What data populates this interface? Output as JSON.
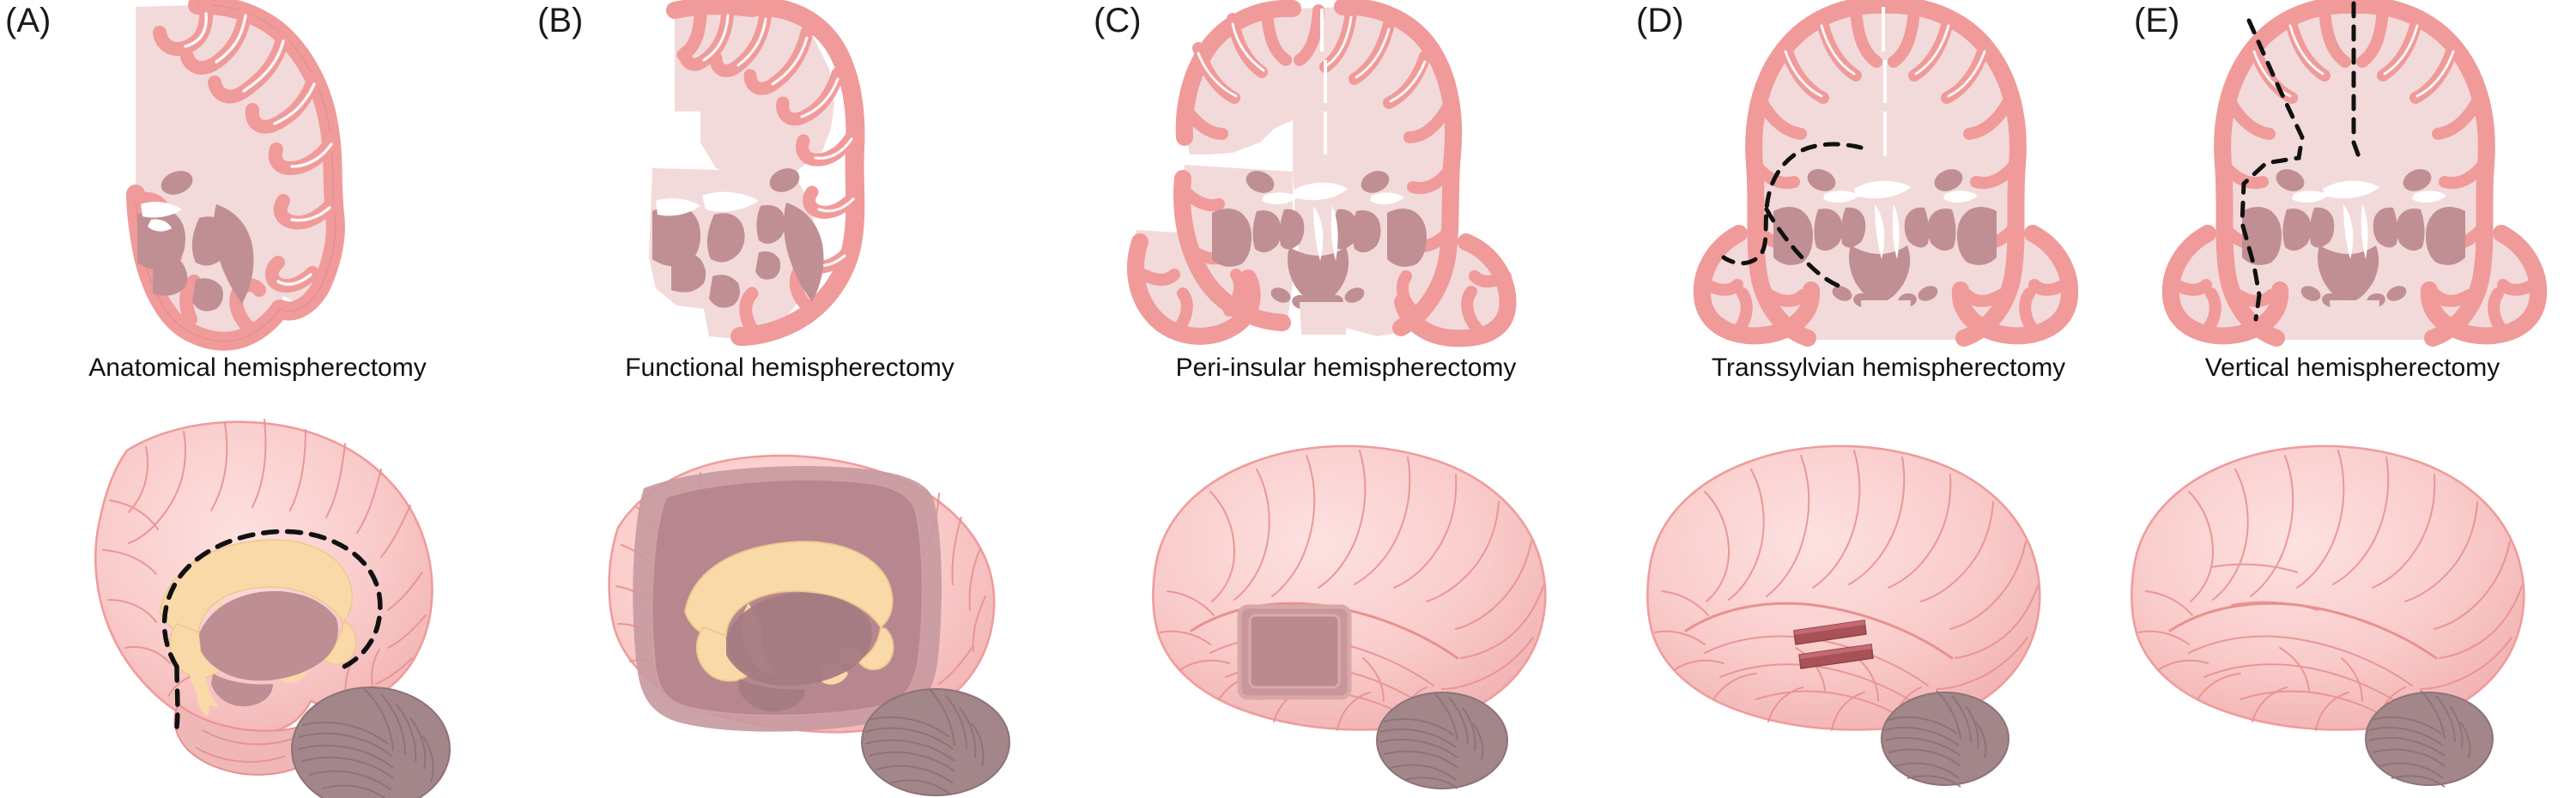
{
  "figure": {
    "type": "medical-illustration",
    "subject": "Surgical techniques for hemispherectomy",
    "rows": [
      {
        "name": "coronal-sections",
        "description": "Coronal brain sections showing extent of disconnection or resection"
      },
      {
        "name": "lateral-views",
        "description": "Lateral / medial whole-brain views showing surgical exposure"
      }
    ]
  },
  "palette": {
    "background": "#ffffff",
    "cortex_ribbon": "#f09a9a",
    "cortex_ribbon_dark": "#e08486",
    "white_matter": "#f3dada",
    "white_matter_light": "#f7e5e4",
    "deep_gray": "#c08f93",
    "deep_gray_dark": "#b8868b",
    "corpus_callosum": "#fad9a8",
    "thalamus": "#bd8e93",
    "cerebellum": "#a3868a",
    "cerebellum_line": "#8e7276",
    "surface_pink": "#f8c3c3",
    "surface_pink_light": "#fbd7d7",
    "sulcus_line": "#e8918f",
    "resection_window": "#c9969b",
    "resection_window_dark": "#b98b90",
    "incision_red": "#a85257",
    "dashed_line": "#111111",
    "text": "#111111"
  },
  "panels": [
    {
      "id": "A",
      "letter": "(A)",
      "caption": "Anatomical hemispherectomy",
      "coronal": {
        "name": "coronal-anatomical",
        "variant": "hemisphere-only",
        "description": "Single hemisphere coronal section; contralateral hemisphere entirely absent"
      },
      "lateral": {
        "name": "lateral-anatomical",
        "variant": "medial-sagittal-with-dashed-resection",
        "markers": [
          "dashed-resection-outline",
          "corpus-callosum",
          "thalamus",
          "cerebellum"
        ]
      }
    },
    {
      "id": "B",
      "letter": "(B)",
      "caption": "Functional hemispherectomy",
      "coronal": {
        "name": "coronal-functional",
        "variant": "hemisphere-with-stepped-resection",
        "description": "Hemisphere section with stepped central and frontal resection defect; basal ganglia left in place"
      },
      "lateral": {
        "name": "lateral-functional",
        "variant": "large-central-resection-window",
        "markers": [
          "large-rectangular-window",
          "corpus-callosum",
          "thalamus",
          "cerebellum"
        ]
      }
    },
    {
      "id": "C",
      "letter": "(C)",
      "caption": "Peri-insular hemispherectomy",
      "coronal": {
        "name": "coronal-peri-insular",
        "variant": "full-coronal-with-suprasylvian-infrasylvian-windows",
        "description": "Full coronal section; supra- and infra-sylvian cortical windows removed on the operated side"
      },
      "lateral": {
        "name": "lateral-peri-insular",
        "variant": "small-peri-sylvian-window",
        "markers": [
          "peri-sylvian-resection-window",
          "cerebellum"
        ]
      }
    },
    {
      "id": "D",
      "letter": "(D)",
      "caption": "Transsylvian hemispherectomy",
      "coronal": {
        "name": "coronal-transsylvian",
        "variant": "full-coronal-with-dashed-disconnection",
        "description": "Full coronal section with dashed disconnection line curving around insula and basal ganglia"
      },
      "lateral": {
        "name": "lateral-transsylvian",
        "variant": "two-parallel-sylvian-incisions",
        "markers": [
          "superior-sylvian-incision",
          "inferior-sylvian-incision",
          "cerebellum"
        ]
      }
    },
    {
      "id": "E",
      "letter": "(E)",
      "caption": "Vertical hemispherectomy",
      "coronal": {
        "name": "coronal-vertical",
        "variant": "full-coronal-with-vertical-dashed-lines",
        "description": "Full coronal section with parasagittal and midline vertical dashed disconnection lines"
      },
      "lateral": {
        "name": "lateral-vertical",
        "variant": "intact-lateral-surface",
        "markers": [
          "cerebellum"
        ]
      }
    }
  ]
}
